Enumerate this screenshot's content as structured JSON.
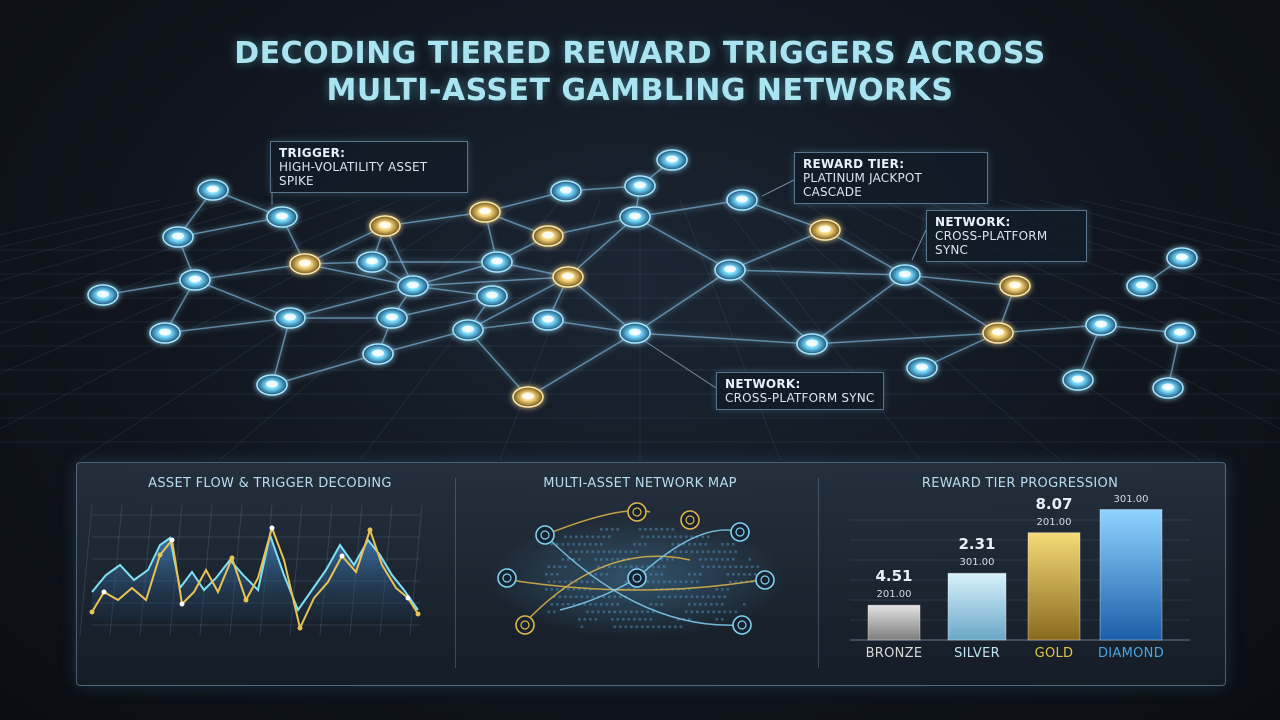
{
  "title": {
    "line1": "DECODING TIERED REWARD TRIGGERS ACROSS",
    "line2": "MULTI-ASSET GAMBLING NETWORKS"
  },
  "callouts": {
    "trigger": {
      "label": "TRIGGER:",
      "value": "HIGH-VOLATILITY ASSET SPIKE"
    },
    "reward_tier": {
      "label": "REWARD TIER:",
      "value": "PLATINUM JACKPOT CASCADE"
    },
    "network_top": {
      "label": "NETWORK:",
      "value": "CROSS-PLATFORM SYNC"
    },
    "network_bottom": {
      "label": "NETWORK:",
      "value": "CROSS-PLATFORM SYNC"
    }
  },
  "panels": {
    "asset_flow": {
      "title": "ASSET FLOW & TRIGGER DECODING"
    },
    "network_map": {
      "title": "MULTI-ASSET NETWORK MAP"
    },
    "reward_tier": {
      "title": "REWARD TIER PROGRESSION"
    }
  },
  "colors": {
    "node_blue": "#5ec8f2",
    "node_gold": "#f3d37a",
    "edge": "#7fb8dc",
    "bronze": "#c9c9c9",
    "silver": "#bfe6f8",
    "gold": "#e8c14e",
    "diamond": "#2f8fe0"
  },
  "chart_data": {
    "type": "bar",
    "categories": [
      "BRONZE",
      "SILVER",
      "GOLD",
      "DIAMOND"
    ],
    "values": [
      4.51,
      2.31,
      8.07,
      null
    ],
    "sublabels": [
      "201.00",
      "301.00",
      "201.00",
      "301.00"
    ],
    "category_colors": [
      "#d8d8d8",
      "#bfe3f3",
      "#e2c24c",
      "#4aa6e8"
    ],
    "relative_heights": [
      0.24,
      0.46,
      0.74,
      0.9
    ]
  }
}
